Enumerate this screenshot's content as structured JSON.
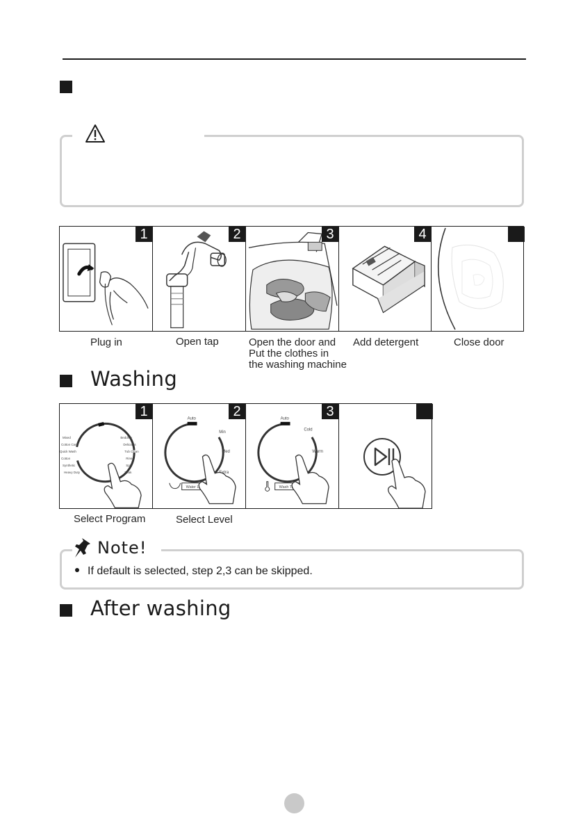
{
  "prep_steps": [
    {
      "number": "1",
      "caption": [
        "Plug in"
      ],
      "icon": "power-plug-icon"
    },
    {
      "number": "2",
      "caption": [
        "Open tap"
      ],
      "icon": "water-tap-icon"
    },
    {
      "number": "3",
      "caption": [
        "Open the door and",
        "Put the clothes in",
        "the washing machine"
      ],
      "icon": "laundry-drum-icon"
    },
    {
      "number": "4",
      "caption": [
        "Add detergent"
      ],
      "icon": "detergent-drawer-icon"
    },
    {
      "number": "",
      "caption": [
        "Close door"
      ],
      "icon": "door-lid-icon"
    }
  ],
  "washing": {
    "heading": "Washing",
    "steps": [
      {
        "number": "1",
        "caption": "Select Program",
        "dial_left": [
          "Mixed",
          "Cotton Care",
          "Quick Wash",
          "Cotton",
          "Synthetic",
          "Heavy Duty"
        ],
        "dial_right": [
          "Bedding",
          "Delicates",
          "Tub Clean",
          "Rinse",
          "Spin",
          "Soak"
        ]
      },
      {
        "number": "2",
        "caption": "Select Level",
        "dial_marks": [
          "Auto",
          "Min",
          "Med",
          "Extra"
        ],
        "tag": "Water Level"
      },
      {
        "number": "3",
        "caption": "",
        "dial_marks": [
          "Auto",
          "Cold",
          "Warm",
          "Hot"
        ],
        "tag": "Wash Temp."
      },
      {
        "number": "",
        "caption": "",
        "icon": "start-pause-icon"
      }
    ]
  },
  "note": {
    "title": "Note!",
    "items": [
      "If default is selected, step 2,3 can be skipped."
    ]
  },
  "after_washing": {
    "heading": "After washing"
  },
  "icons": {
    "warning": "warning-triangle-icon",
    "note": "pushpin-icon"
  }
}
